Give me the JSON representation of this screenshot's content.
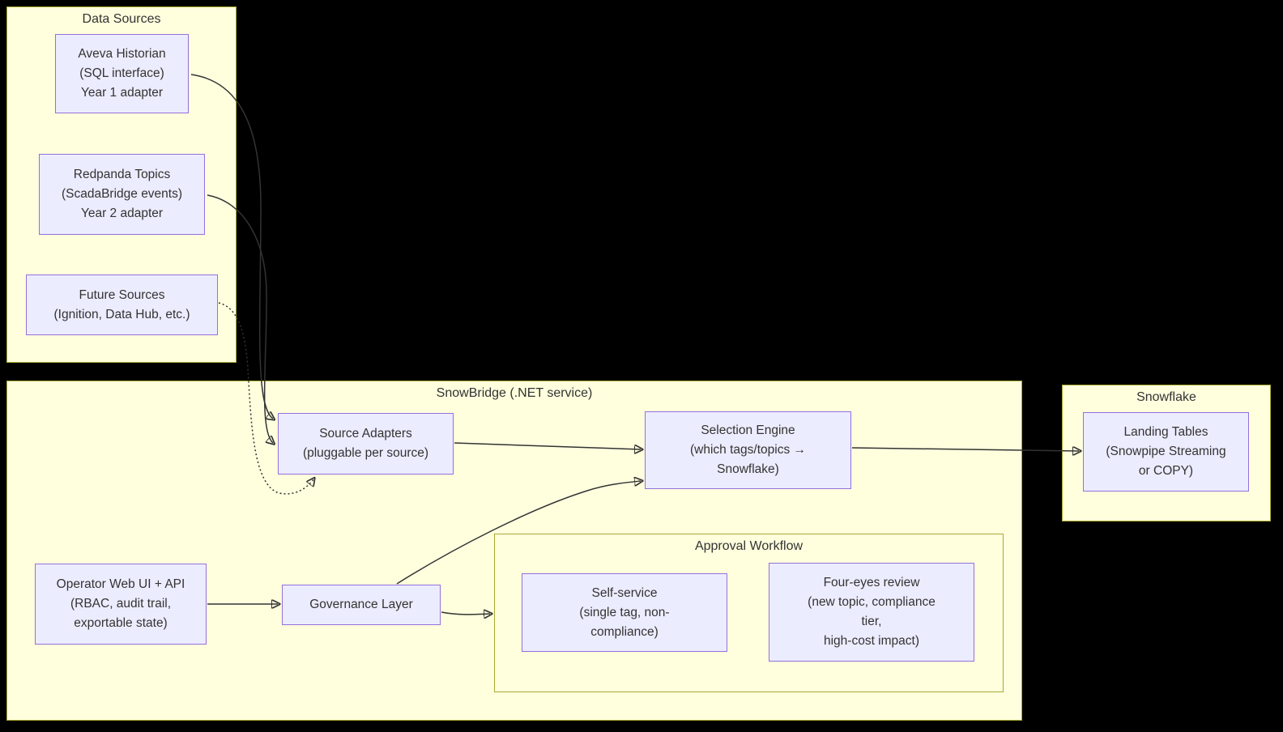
{
  "diagram": {
    "type": "flowchart",
    "background": "#000000"
  },
  "colors": {
    "cluster_fill": "#ffffde",
    "cluster_border": "#aaaa33",
    "node_fill": "#ECECFF",
    "node_border": "#9370DB",
    "text": "#333333",
    "edge": "#333333"
  },
  "clusters": {
    "data_sources": {
      "title": "Data Sources"
    },
    "snowbridge": {
      "title": "SnowBridge (.NET service)"
    },
    "snowflake": {
      "title": "Snowflake"
    },
    "approval": {
      "title": "Approval Workflow"
    }
  },
  "nodes": {
    "aveva": {
      "lines": [
        "Aveva Historian",
        "(SQL interface)",
        "Year 1 adapter"
      ]
    },
    "redpanda": {
      "lines": [
        "Redpanda Topics",
        "(ScadaBridge events)",
        "Year 2 adapter"
      ]
    },
    "future": {
      "lines": [
        "Future Sources",
        "(Ignition, Data Hub, etc.)"
      ]
    },
    "source_adapters": {
      "lines": [
        "Source Adapters",
        "(pluggable per source)"
      ]
    },
    "selection_engine": {
      "lines": [
        "Selection Engine",
        "(which tags/topics →",
        "Snowflake)"
      ]
    },
    "landing_tables": {
      "lines": [
        "Landing Tables",
        "(Snowpipe Streaming",
        "or COPY)"
      ]
    },
    "operator": {
      "lines": [
        "Operator Web UI + API",
        "(RBAC, audit trail,",
        "exportable state)"
      ]
    },
    "governance": {
      "lines": [
        "Governance Layer"
      ]
    },
    "self_service": {
      "lines": [
        "Self-service",
        "(single tag, non-",
        "compliance)"
      ]
    },
    "four_eyes": {
      "lines": [
        "Four-eyes review",
        "(new topic, compliance",
        "tier,",
        "high-cost impact)"
      ]
    }
  },
  "edges": [
    {
      "from": "Aveva Historian",
      "to": "Source Adapters",
      "style": "solid"
    },
    {
      "from": "Redpanda Topics",
      "to": "Source Adapters",
      "style": "solid"
    },
    {
      "from": "Future Sources",
      "to": "Source Adapters",
      "style": "dotted"
    },
    {
      "from": "Source Adapters",
      "to": "Selection Engine",
      "style": "solid"
    },
    {
      "from": "Selection Engine",
      "to": "Landing Tables",
      "style": "solid"
    },
    {
      "from": "Operator Web UI + API",
      "to": "Governance Layer",
      "style": "solid"
    },
    {
      "from": "Governance Layer",
      "to": "Selection Engine",
      "style": "solid"
    },
    {
      "from": "Governance Layer",
      "to": "Approval Workflow",
      "style": "solid"
    }
  ]
}
